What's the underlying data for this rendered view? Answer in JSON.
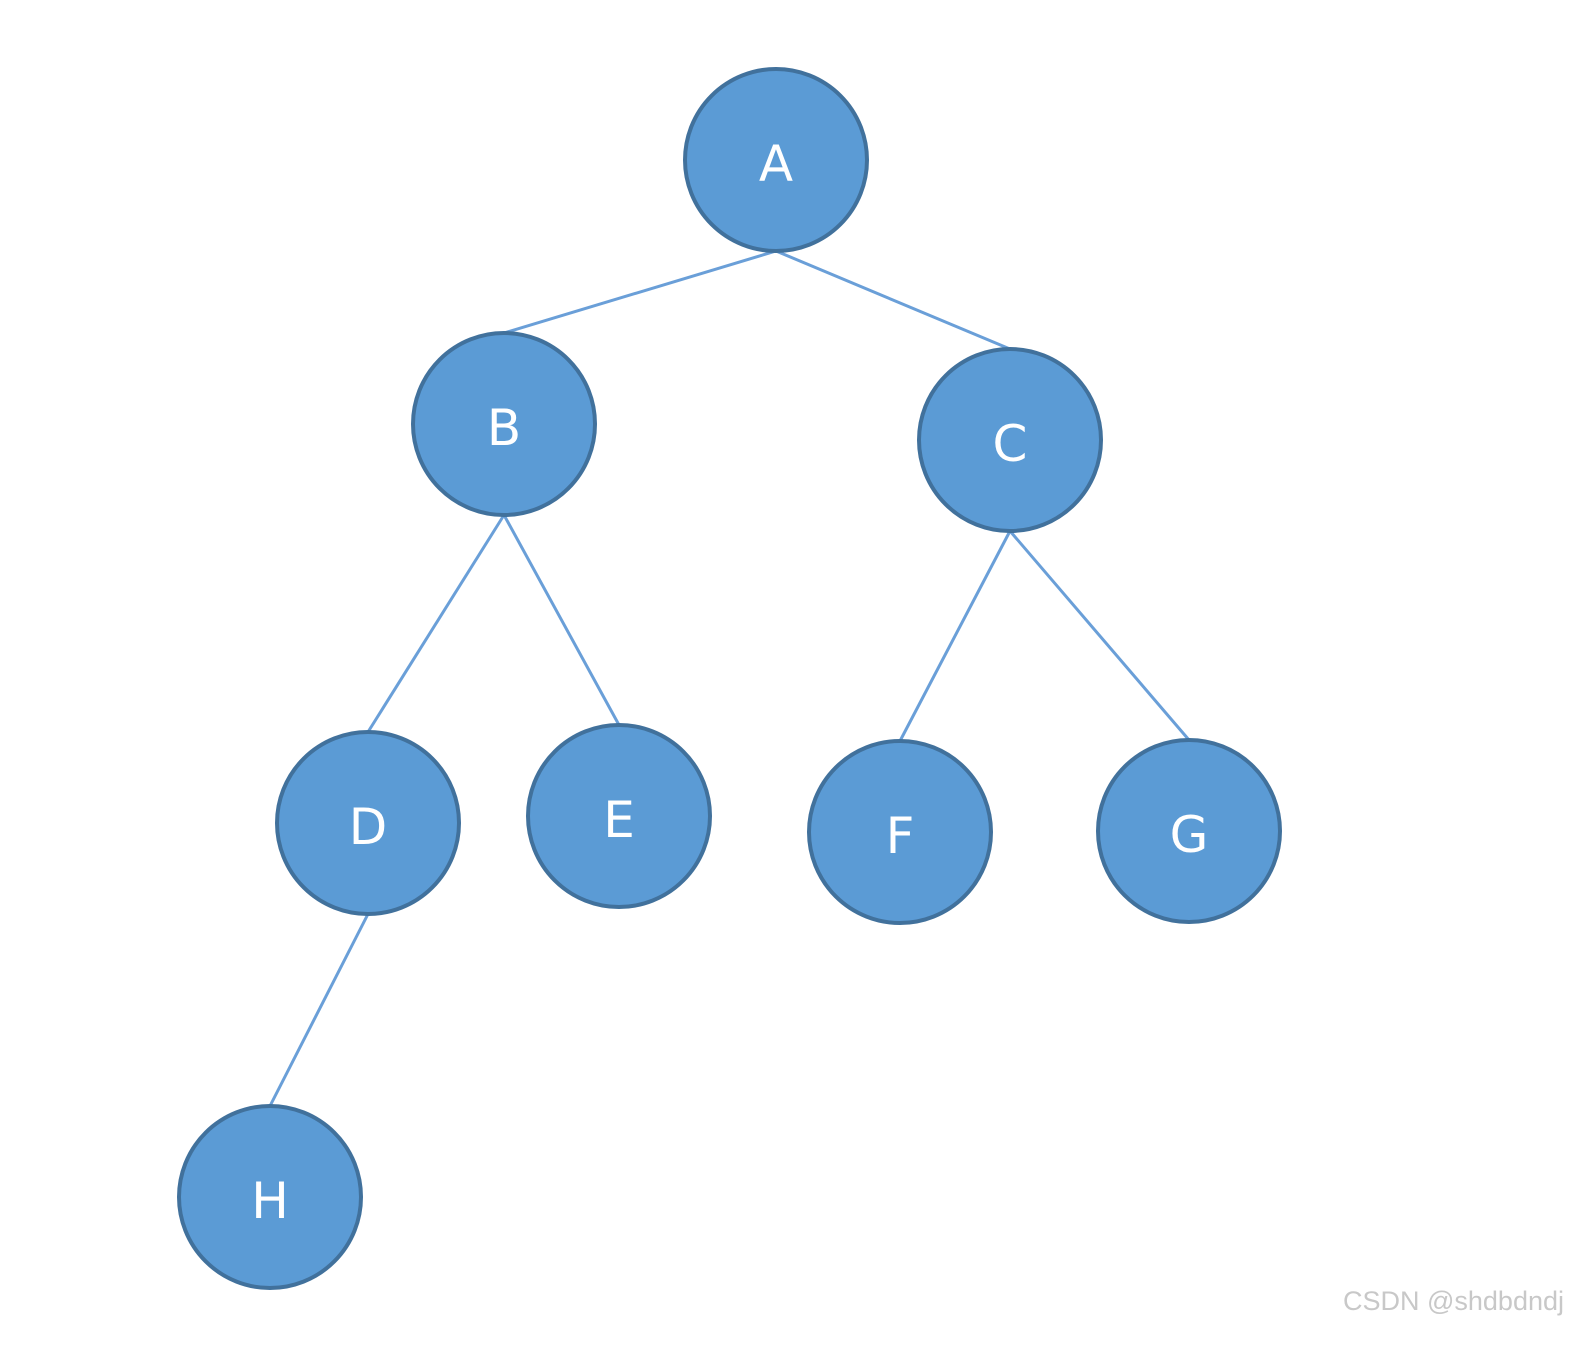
{
  "diagram": {
    "type": "binary-tree",
    "nodes": [
      {
        "id": "A",
        "label": "A"
      },
      {
        "id": "B",
        "label": "B"
      },
      {
        "id": "C",
        "label": "C"
      },
      {
        "id": "D",
        "label": "D"
      },
      {
        "id": "E",
        "label": "E"
      },
      {
        "id": "F",
        "label": "F"
      },
      {
        "id": "G",
        "label": "G"
      },
      {
        "id": "H",
        "label": "H"
      }
    ],
    "edges": [
      {
        "from": "A",
        "to": "B"
      },
      {
        "from": "A",
        "to": "C"
      },
      {
        "from": "B",
        "to": "D"
      },
      {
        "from": "B",
        "to": "E"
      },
      {
        "from": "C",
        "to": "F"
      },
      {
        "from": "C",
        "to": "G"
      },
      {
        "from": "D",
        "to": "H"
      }
    ],
    "colors": {
      "node_fill": "#5B9BD5",
      "node_stroke": "#41719C",
      "edge": "#6A9FD8",
      "label": "#FFFFFF"
    }
  },
  "watermark": {
    "text": "CSDN @shdbdndj"
  }
}
